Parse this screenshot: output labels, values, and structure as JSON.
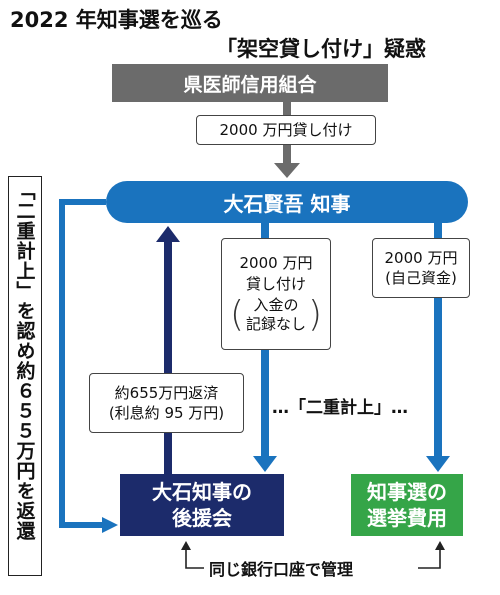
{
  "title": {
    "line1": "2022 年知事選を巡る",
    "line2": "「架空貸し付け」疑惑"
  },
  "nodes": {
    "credit_union": "県医師信用組合",
    "mayor": "大石賢吾 知事",
    "support_group": {
      "line1": "大石知事の",
      "line2": "後援会"
    },
    "election_costs": {
      "line1": "知事選の",
      "line2": "選挙費用"
    }
  },
  "labels": {
    "loan_2000": "2000 万円貸し付け",
    "loan_to_group": {
      "line1": "2000 万円",
      "line2": "貸し付け",
      "note_open": "(",
      "note_line1": "入金の",
      "note_line2": "記録なし",
      "note_close": ")"
    },
    "own_funds": {
      "line1": "2000 万円",
      "line2": "(自己資金)"
    },
    "repayment": {
      "line1": "約655万円返済",
      "line2": "(利息約 95 万円)"
    },
    "double_count": "…「二重計上」…",
    "side_note": "「二重計上」を認め約６５５万円を返還",
    "bank_note": "同じ銀行口座で管理"
  },
  "colors": {
    "blue": "#1a73be",
    "navy": "#1c2b6b",
    "green": "#35a548",
    "gray": "#6b6b6b"
  }
}
